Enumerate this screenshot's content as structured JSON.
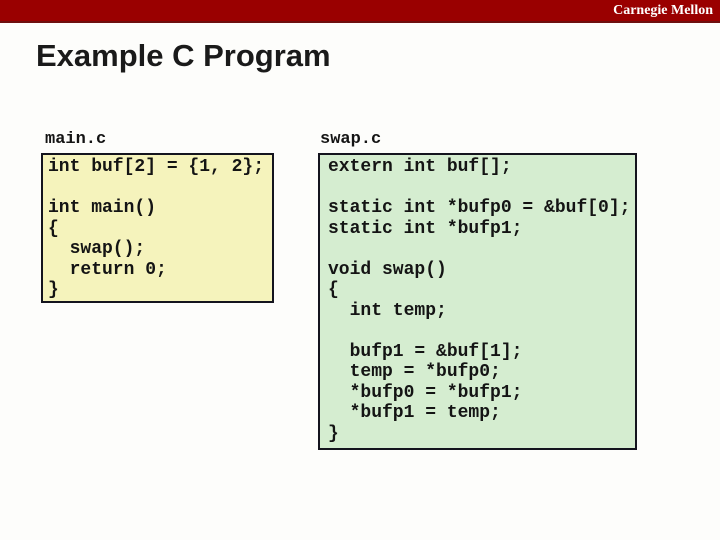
{
  "slide": {
    "brand": "Carnegie Mellon",
    "title": "Example C Program",
    "colors": {
      "brand_bar": "#9A0000",
      "brand_bar_edge": "#6E0F0F",
      "main_box_bg": "#F5F3BC",
      "swap_box_bg": "#D5EDD0",
      "box_border": "#14141E",
      "title_text": "#1A1A1A"
    },
    "panels": [
      {
        "filename": "main.c",
        "code": "int buf[2] = {1, 2};\n\nint main()\n{\n  swap();\n  return 0;\n}"
      },
      {
        "filename": "swap.c",
        "code": "extern int buf[];\n\nstatic int *bufp0 = &buf[0];\nstatic int *bufp1;\n\nvoid swap()\n{\n  int temp;\n\n  bufp1 = &buf[1];\n  temp = *bufp0;\n  *bufp0 = *bufp1;\n  *bufp1 = temp;\n}"
      }
    ]
  }
}
